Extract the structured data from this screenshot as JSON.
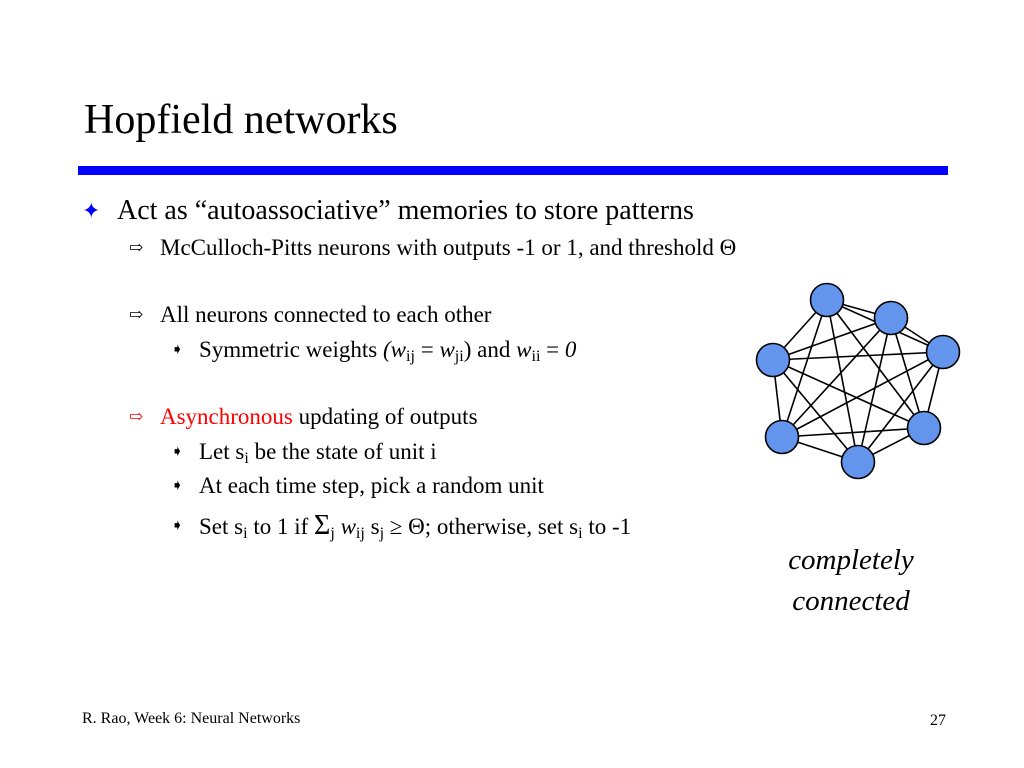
{
  "slide": {
    "title": "Hopfield networks",
    "colors": {
      "rule": "#0000FF",
      "accent": "#0000FF",
      "highlight": "#FF0000",
      "node_fill": "#6495ED",
      "node_stroke": "#000000"
    }
  },
  "bullets": {
    "icons": {
      "level1": "star-bullet-icon",
      "level2": "hollow-arrow-bullet-icon",
      "level3": "solid-arrowhead-bullet-icon"
    },
    "glyphs": {
      "level1": "✦",
      "level2": "⇨",
      "level3": "➧"
    },
    "main": "Act as “autoassociative” memories to store patterns",
    "neurons": "McCulloch-Pitts neurons with outputs -1 or 1, and threshold Θ",
    "connected": "All neurons connected to each other",
    "symmetric": {
      "prefix": "Symmetric weights ",
      "open": "(",
      "w1": "w",
      "sub1": "ij",
      "eq1": " = ",
      "w2": "w",
      "sub2": "ji",
      "close": ")",
      "and": " and ",
      "w3": "w",
      "sub3": "ii",
      "eq2": " = ",
      "zero": "0"
    },
    "async": {
      "highlight": "Asynchronous",
      "rest": " updating of outputs"
    },
    "state": {
      "pre": "Let s",
      "sub": "i",
      "post": " be the state of unit i"
    },
    "timestep": "At each time step, pick a random unit",
    "rule": {
      "t1": "Set s",
      "s1": "i",
      "t2": " to 1 if ",
      "sigma": "Σ",
      "s2": "j",
      "t3": " ",
      "w": "w",
      "s3": "ij",
      "t4": " s",
      "s4": "j",
      "t5": " ≥ Θ; otherwise, set s",
      "s5": "i",
      "t6": " to -1"
    }
  },
  "network": {
    "caption_line1": "completely",
    "caption_line2": "connected"
  },
  "footer": {
    "left": "R. Rao, Week 6: Neural Networks",
    "page": "27"
  }
}
